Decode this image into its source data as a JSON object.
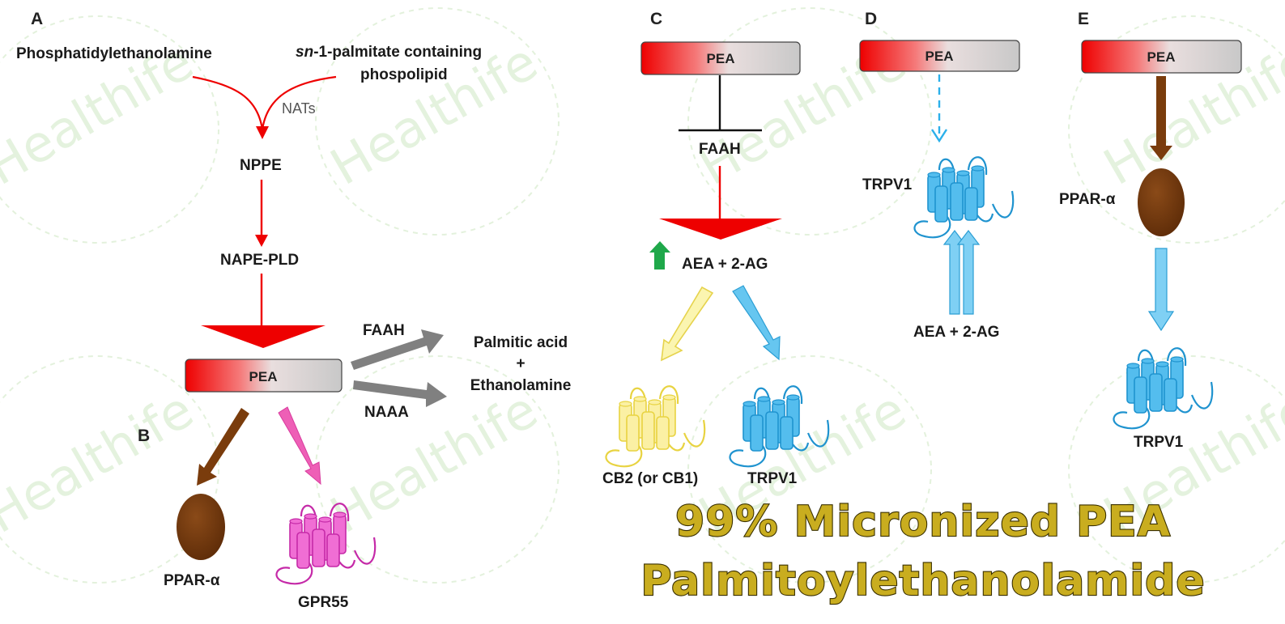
{
  "watermark": "Healthife",
  "colors": {
    "red": "#ee0000",
    "gray_arrow": "#7f7f7f",
    "brown": "#7a3c0c",
    "pink": "#ee3fa8",
    "yellow": "#f2e23a",
    "blue": "#2bb0ea",
    "green": "#1fa84a",
    "headline": "#c9ad1f"
  },
  "panels": {
    "a": {
      "letter": "A",
      "source_left": "Phosphatidylethanolamine",
      "source_right_italic": "sn",
      "source_right_line1_rest": "-1-palmitate containing",
      "source_right_line2": "phospolipid",
      "enzyme_nats": "NATs",
      "step1": "NPPE",
      "step2": "NAPE-PLD",
      "product": "PEA",
      "path_top": "FAAH",
      "path_bottom": "NAAA",
      "result_line1": "Palmitic acid",
      "result_line2": "+",
      "result_line3": "Ethanolamine"
    },
    "b": {
      "letter": "B",
      "target_left": "PPAR-α",
      "target_right": "GPR55"
    },
    "c": {
      "letter": "C",
      "product": "PEA",
      "inhibited": "FAAH",
      "increase": "AEA + 2-AG",
      "receptor_left": "CB2 (or CB1)",
      "receptor_right": "TRPV1"
    },
    "d": {
      "letter": "D",
      "product": "PEA",
      "receptor": "TRPV1",
      "ligands": "AEA + 2-AG"
    },
    "e": {
      "letter": "E",
      "product": "PEA",
      "nuclear_receptor": "PPAR-α",
      "receptor": "TRPV1"
    }
  },
  "headline": {
    "line1": "99% Micronized PEA",
    "line2": "Palmitoylethanolamide"
  },
  "icons": [
    "pea-bar",
    "ppar-alpha-oval",
    "gpr55-receptor-icon",
    "cb2-receptor-icon",
    "trpv1-receptor-icon",
    "green-up-arrow-icon",
    "inhibition-bar"
  ]
}
